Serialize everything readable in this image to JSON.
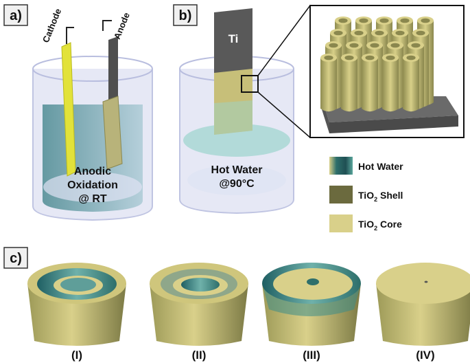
{
  "panels": {
    "a": {
      "tag": "a)",
      "cathode_label": "Cathode",
      "anode_label": "Anode",
      "caption_lines": [
        "Anodic",
        "Oxidation",
        "@ RT"
      ]
    },
    "b": {
      "tag": "b)",
      "ti_label": "Ti",
      "caption_lines": [
        "Hot Water",
        "@90°C"
      ]
    },
    "c": {
      "tag": "c)",
      "stages": [
        "(I)",
        "(II)",
        "(III)",
        "(IV)"
      ]
    }
  },
  "legend": {
    "items": [
      {
        "label": "Hot Water",
        "color": "#2e6f6b"
      },
      {
        "label_main": "TiO",
        "label_sub": "2",
        "label_tail": " Shell",
        "color": "#6b6a3e"
      },
      {
        "label_main": "TiO",
        "label_sub": "2",
        "label_tail": " Core",
        "color": "#d9d08a"
      }
    ]
  },
  "colors": {
    "core": "#cfc67c",
    "shell": "#8a874e",
    "water": "#3c8d89",
    "metal": "#555555",
    "electrode_yellow": "#e2e23a",
    "beaker": "#c9cdea"
  }
}
